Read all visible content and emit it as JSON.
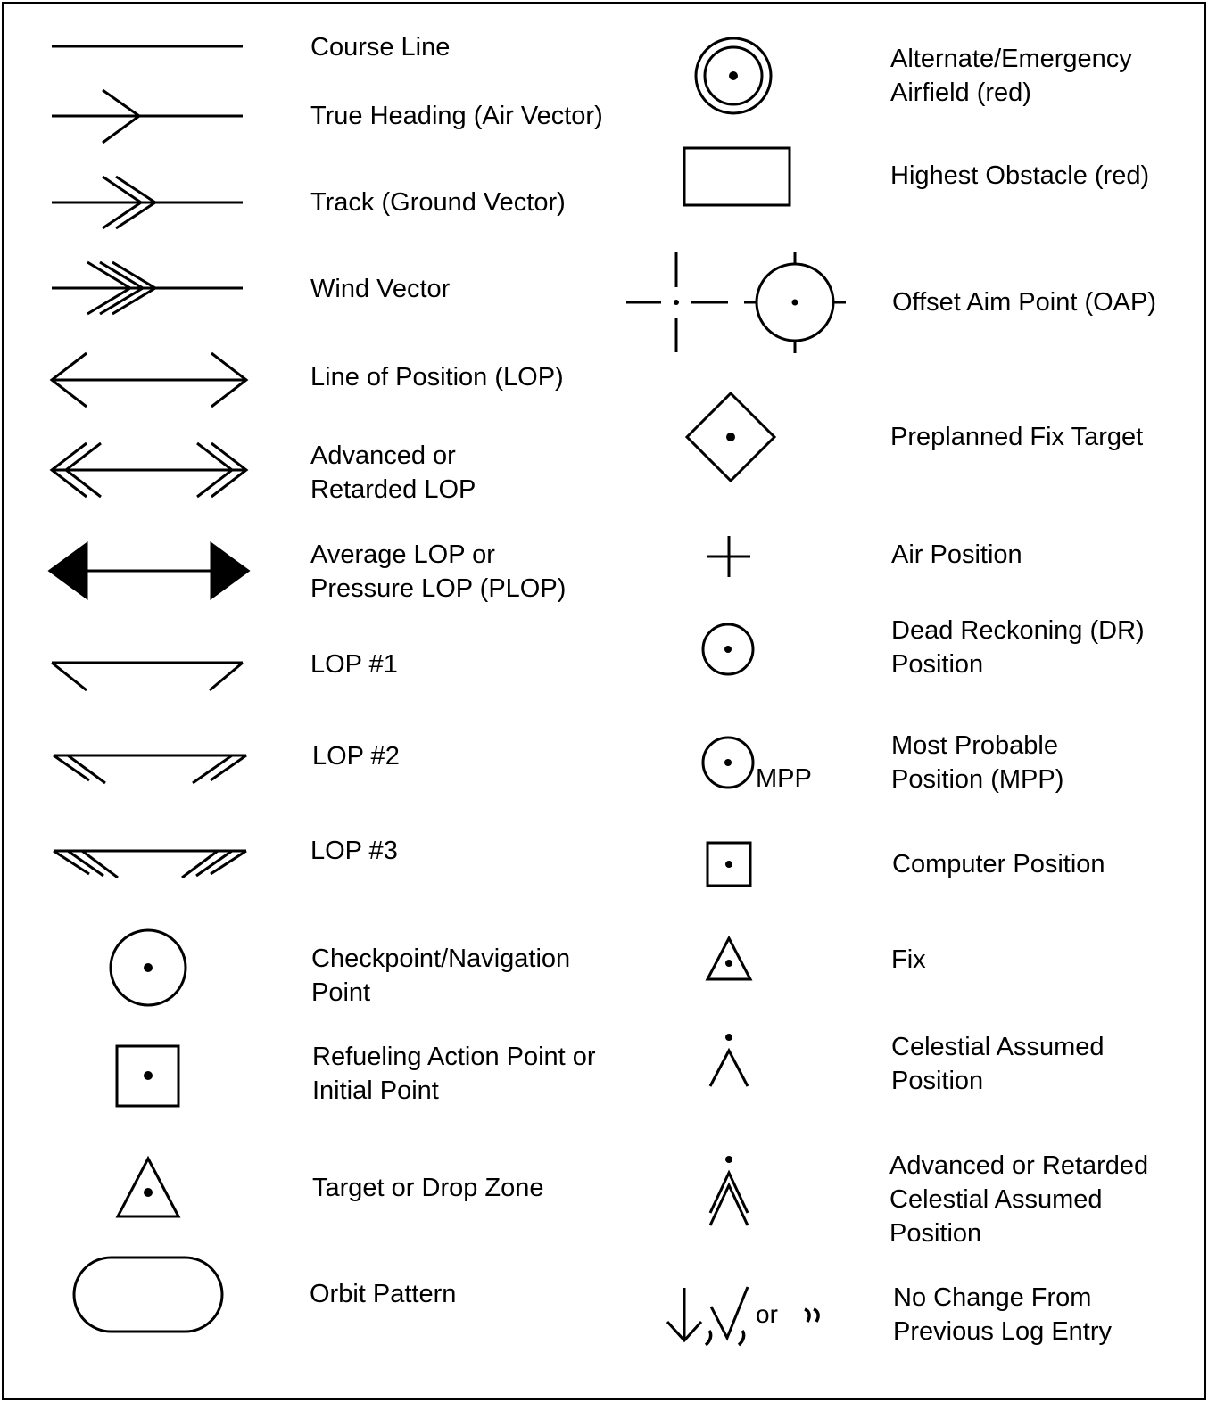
{
  "legend": {
    "left": [
      {
        "id": "course-line",
        "label": [
          "Course Line"
        ]
      },
      {
        "id": "true-heading",
        "label": [
          "True Heading (Air Vector)"
        ]
      },
      {
        "id": "track",
        "label": [
          "Track (Ground Vector)"
        ]
      },
      {
        "id": "wind-vector",
        "label": [
          "Wind Vector"
        ]
      },
      {
        "id": "lop",
        "label": [
          "Line of Position (LOP)"
        ]
      },
      {
        "id": "advanced-lop",
        "label": [
          "Advanced or",
          "Retarded LOP"
        ]
      },
      {
        "id": "average-lop",
        "label": [
          "Average LOP or",
          "Pressure LOP (PLOP)"
        ]
      },
      {
        "id": "lop-1",
        "label": [
          "LOP #1"
        ]
      },
      {
        "id": "lop-2",
        "label": [
          "LOP #2"
        ]
      },
      {
        "id": "lop-3",
        "label": [
          "LOP #3"
        ]
      },
      {
        "id": "checkpoint",
        "label": [
          "Checkpoint/Navigation",
          "Point"
        ]
      },
      {
        "id": "refueling-point",
        "label": [
          "Refueling Action Point or",
          "Initial Point"
        ]
      },
      {
        "id": "target",
        "label": [
          "Target or Drop Zone"
        ]
      },
      {
        "id": "orbit",
        "label": [
          "Orbit Pattern"
        ]
      }
    ],
    "right": [
      {
        "id": "alternate-airfield",
        "label": [
          "Alternate/Emergency",
          "Airfield (red)"
        ]
      },
      {
        "id": "highest-obstacle",
        "label": [
          "Highest Obstacle (red)"
        ]
      },
      {
        "id": "oap",
        "label": [
          "Offset Aim Point (OAP)"
        ]
      },
      {
        "id": "preplanned-fix",
        "label": [
          "Preplanned Fix Target"
        ]
      },
      {
        "id": "air-position",
        "label": [
          "Air Position"
        ]
      },
      {
        "id": "dr-position",
        "label": [
          "Dead Reckoning (DR)",
          "Position"
        ]
      },
      {
        "id": "mpp",
        "label": [
          "Most Probable",
          "Position (MPP)"
        ],
        "symbol_text": "MPP"
      },
      {
        "id": "computer-position",
        "label": [
          "Computer Position"
        ]
      },
      {
        "id": "fix",
        "label": [
          "Fix"
        ]
      },
      {
        "id": "celestial-ap",
        "label": [
          "Celestial Assumed",
          "Position"
        ]
      },
      {
        "id": "adv-celestial-ap",
        "label": [
          "Advanced or Retarded",
          "Celestial Assumed",
          "Position"
        ]
      },
      {
        "id": "no-change",
        "label": [
          "No Change From",
          "Previous Log Entry"
        ],
        "symbol_text": "or"
      }
    ]
  }
}
